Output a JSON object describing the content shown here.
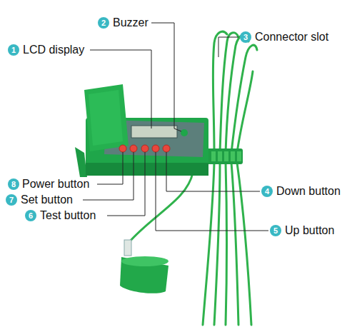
{
  "diagram": {
    "labels": [
      "2",
      "Buzzer",
      "1",
      "LCD display",
      "3",
      "Connector slot",
      "8",
      "Power button",
      "4",
      "Down button",
      "7",
      "Set button",
      "6",
      "Test button",
      "5",
      "Up button"
    ]
  }
}
